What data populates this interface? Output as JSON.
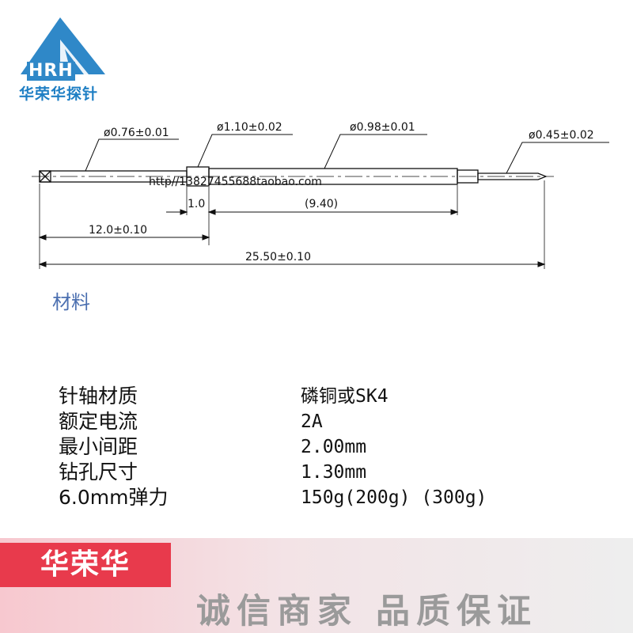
{
  "logo": {
    "mark_text": "HRH",
    "name_text": "华荣华探针",
    "color": "#2f88c8"
  },
  "drawing": {
    "dimensions": {
      "d_tail": "ø0.76±0.01",
      "d_collar": "ø1.10±0.02",
      "d_barrel": "ø0.98±0.01",
      "d_plunger": "ø0.45±0.02",
      "collar_length": "1.0",
      "barrel_length": "(9.40)",
      "tail_length": "12.0±0.10",
      "total_length": "25.50±0.10"
    },
    "watermark": "http//13827455688taobao.com"
  },
  "section": {
    "title": "材料"
  },
  "specs": [
    {
      "label": "针轴材质",
      "value": "磷铜或SK4"
    },
    {
      "label": "额定电流",
      "value": "2A"
    },
    {
      "label": "最小间距",
      "value": "2.00mm"
    },
    {
      "label": "钻孔尺寸",
      "value": "1.30mm"
    },
    {
      "label": "6.0mm弹力",
      "value": "150g(200g) (300g)"
    }
  ],
  "banner": {
    "brand": "华荣华",
    "slogan": "诚信商家 品质保证",
    "brand_color": "#e83a4c"
  }
}
